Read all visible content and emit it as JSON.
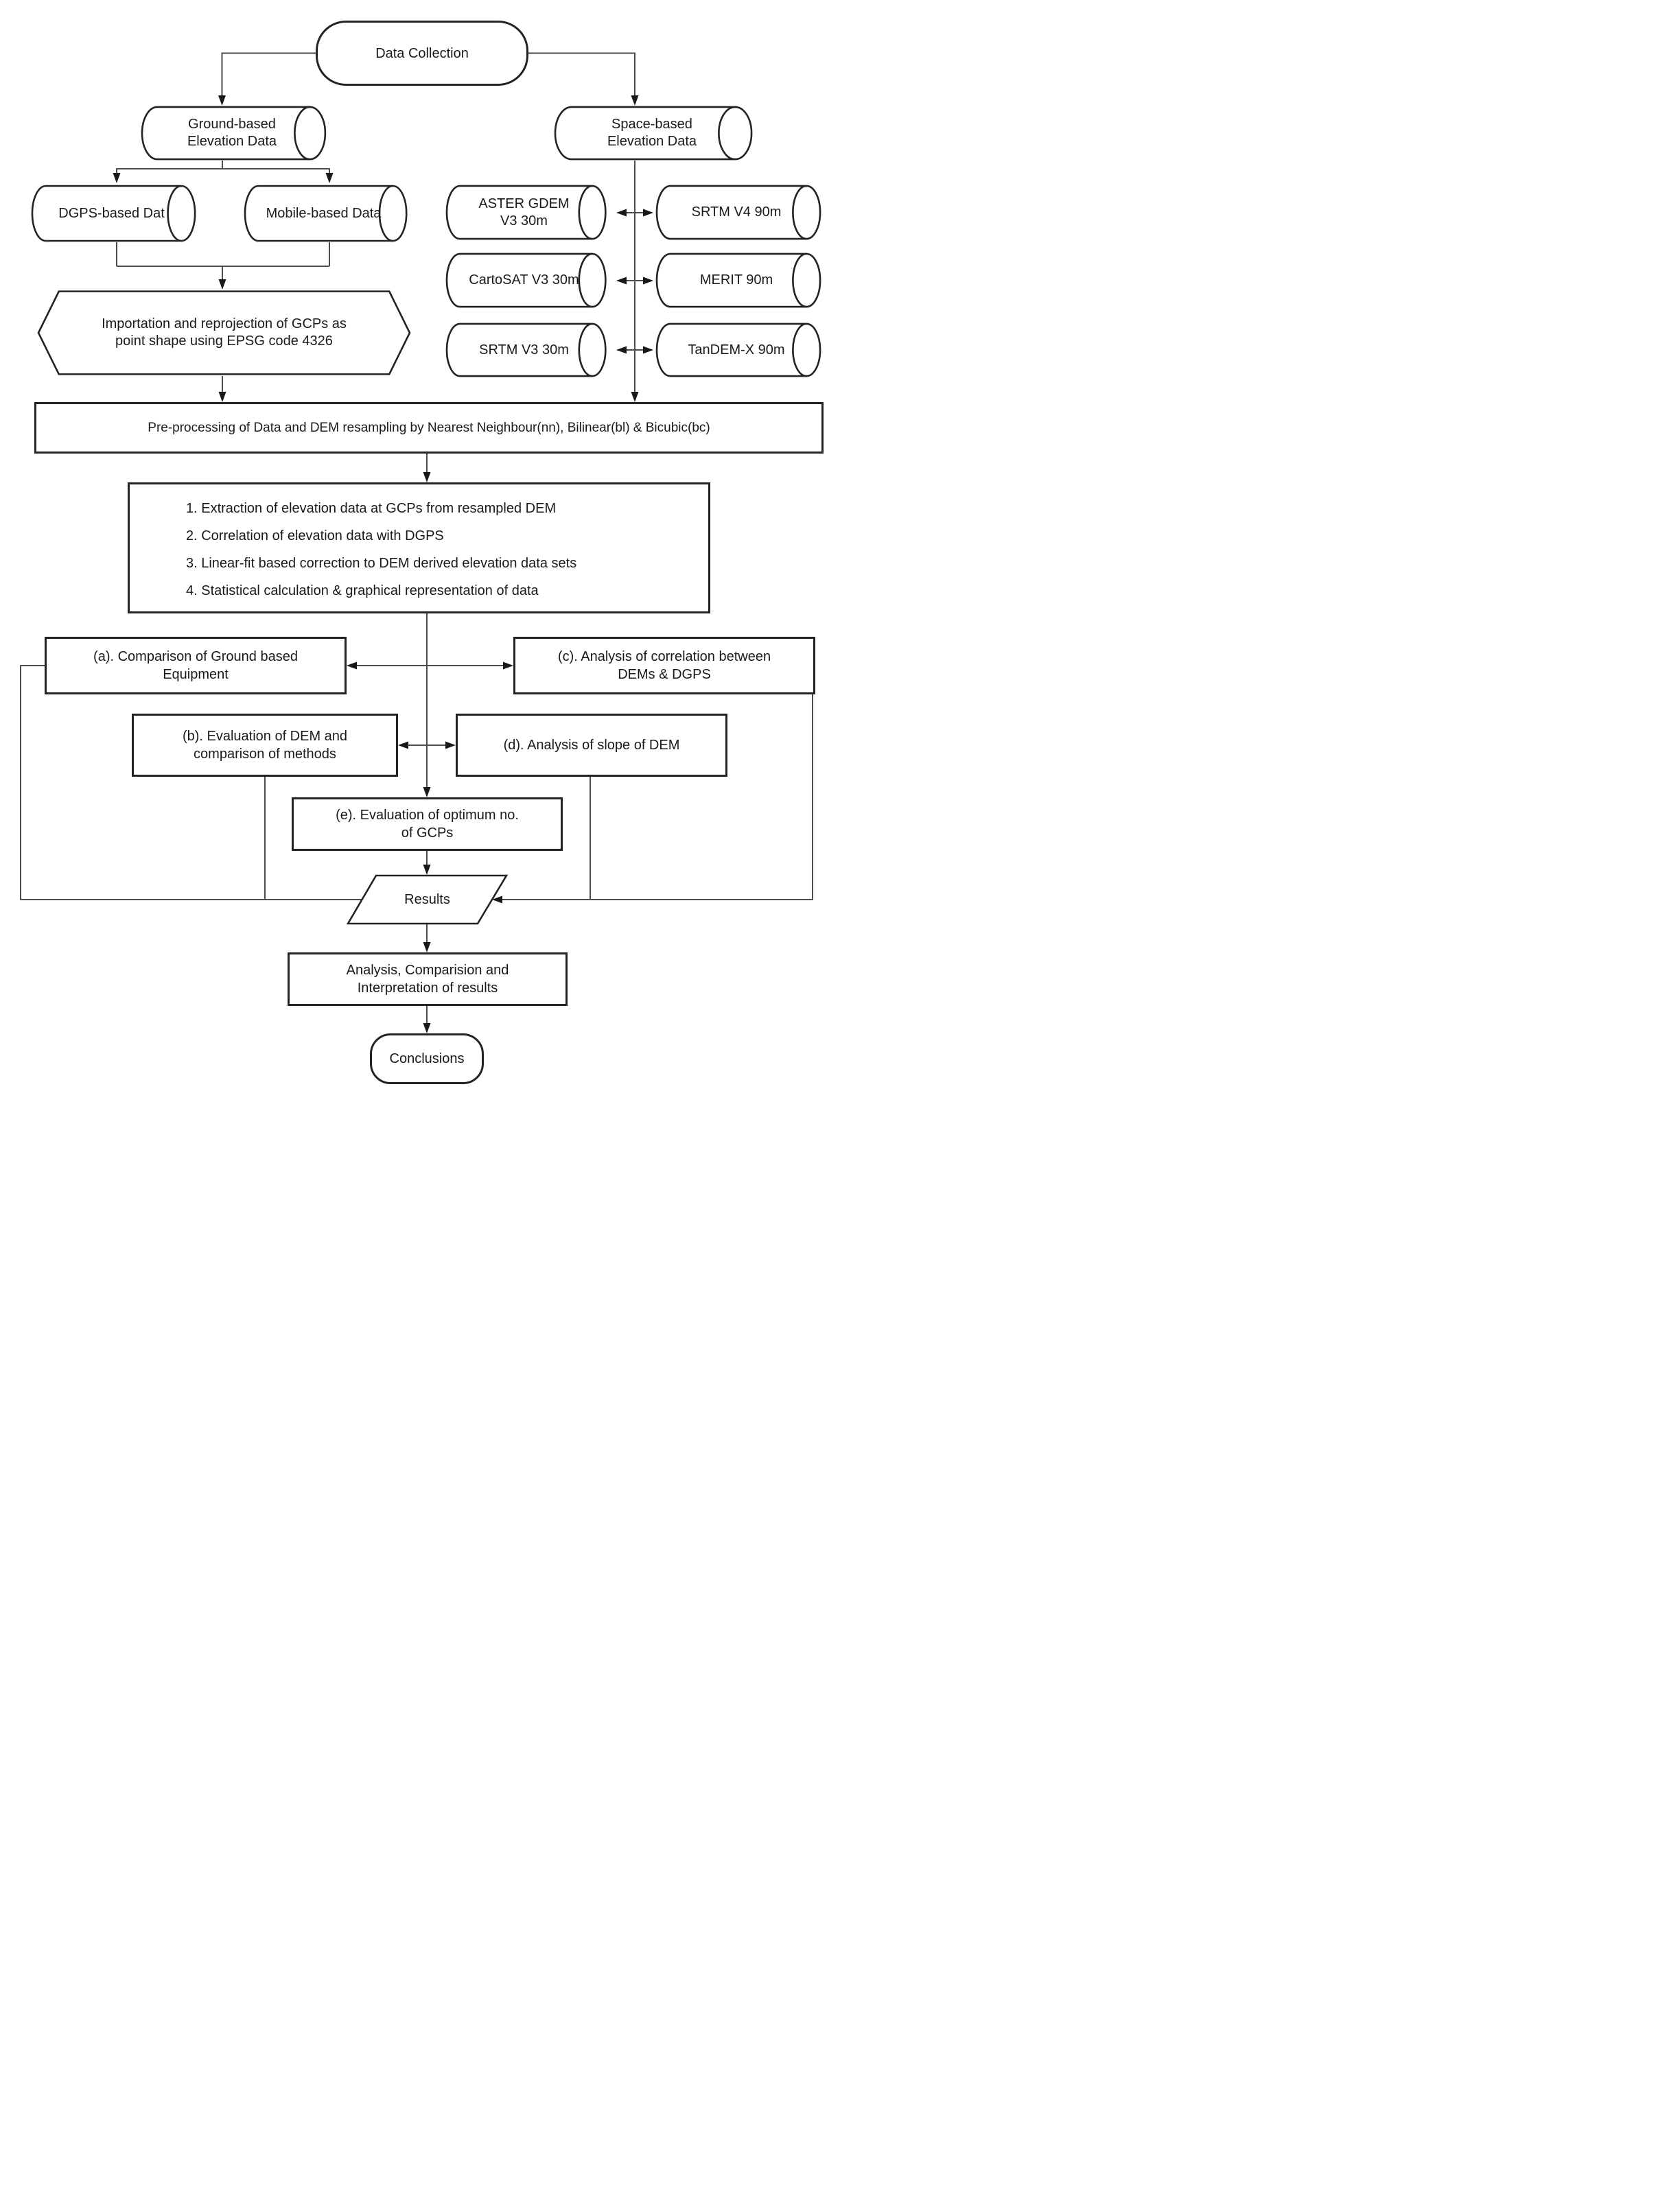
{
  "nodes": {
    "data_collection": {
      "label": "Data Collection"
    },
    "ground_based": {
      "label": "Ground-based\nElevation Data"
    },
    "space_based": {
      "label": "Space-based\nElevation Data"
    },
    "dgps": {
      "label": "DGPS-based Dat"
    },
    "mobile": {
      "label": "Mobile-based Data"
    },
    "aster": {
      "label": "ASTER GDEM\nV3 30m"
    },
    "srtm_v4": {
      "label": "SRTM V4 90m"
    },
    "cartosat": {
      "label": "CartoSAT V3 30m"
    },
    "merit": {
      "label": "MERIT 90m"
    },
    "srtm_v3": {
      "label": "SRTM V3 30m"
    },
    "tandem": {
      "label": "TanDEM-X 90m"
    },
    "importation": {
      "label": "Importation and reprojection of GCPs as\npoint shape using EPSG code 4326"
    },
    "preprocessing": {
      "label": "Pre-processing of Data and DEM resampling by Nearest Neighbour(nn), Bilinear(bl) & Bicubic(bc)"
    },
    "steps": {
      "items": [
        "1. Extraction of elevation data at GCPs from resampled DEM",
        "2. Correlation of elevation data with DGPS",
        "3. Linear-fit based correction to DEM derived elevation data sets",
        "4. Statistical calculation & graphical representation of data"
      ]
    },
    "a": {
      "label": "(a). Comparison of Ground based\nEquipment"
    },
    "b": {
      "label": "(b). Evaluation of DEM and\ncomparison of methods"
    },
    "c": {
      "label": "(c). Analysis of correlation between\nDEMs & DGPS"
    },
    "d": {
      "label": "(d). Analysis of slope of DEM"
    },
    "e": {
      "label": "(e). Evaluation of optimum no.\nof GCPs"
    },
    "results": {
      "label": "Results"
    },
    "analysis": {
      "label": "Analysis, Comparision and\nInterpretation of results"
    },
    "conclusions": {
      "label": "Conclusions"
    }
  },
  "colors": {
    "background": "#ffffff",
    "shape_stroke": "#232323",
    "connector": "#4d4d4d",
    "arrowhead": "#191919",
    "text": "#1a1a1a"
  }
}
